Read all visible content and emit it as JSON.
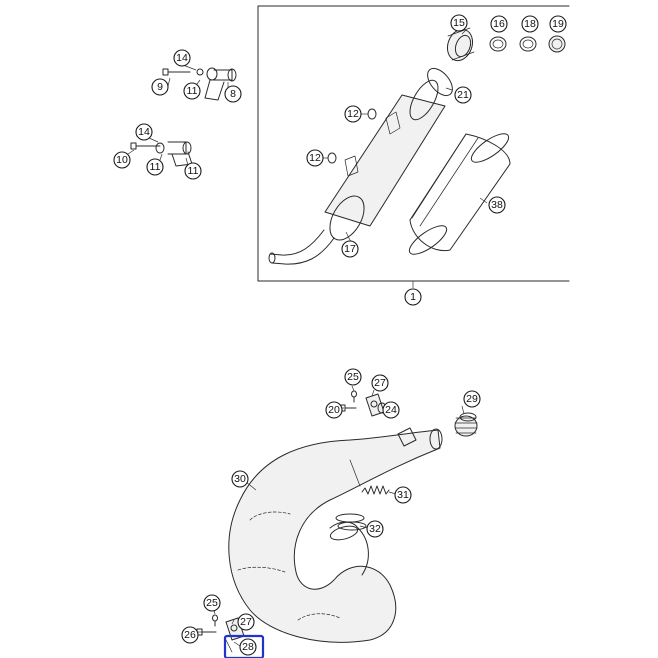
{
  "callouts": {
    "c15": "15",
    "c16": "16",
    "c18": "18",
    "c19": "19",
    "c14a": "14",
    "c9": "9",
    "c11a": "11",
    "c8": "8",
    "c14b": "14",
    "c10": "10",
    "c11b": "11",
    "c11c": "11",
    "c12a": "12",
    "c12b": "12",
    "c21": "21",
    "c17": "17",
    "c38": "38",
    "c1": "1",
    "c25a": "25",
    "c27a": "27",
    "c20": "20",
    "c24": "24",
    "c29": "29",
    "c30": "30",
    "c31": "31",
    "c32": "32",
    "c25b": "25",
    "c27b": "27",
    "c26": "26",
    "c28": "28"
  },
  "highlight": {
    "target": "28",
    "color": "#2233cc"
  }
}
